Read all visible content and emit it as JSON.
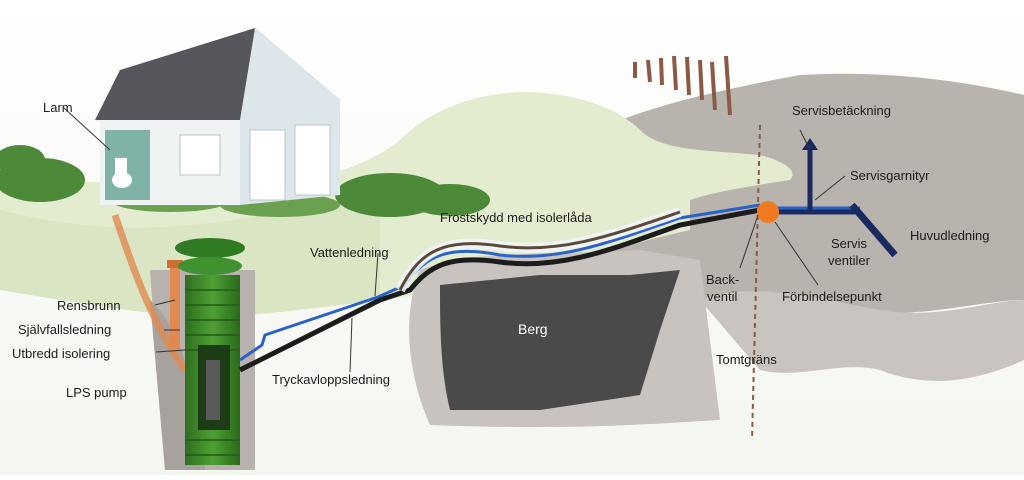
{
  "labels": {
    "larm": "Larm",
    "rensbrunn": "Rensbrunn",
    "sjalvfall": "Självfallsledning",
    "utbredd": "Utbredd isolering",
    "lps": "LPS pump",
    "vattenledning": "Vattenledning",
    "frostskydd": "Frostskydd med isolerlåda",
    "tryckavlopp": "Tryckavloppsledning",
    "berg": "Berg",
    "back1": "Back-",
    "back2": "ventil",
    "tomtgrans": "Tomtgräns",
    "servisbetackning": "Servisbetäckning",
    "servisgarnityr": "Servisgarnityr",
    "servis1": "Servis",
    "servis2": "ventiler",
    "huvudledning": "Huvudledning",
    "forbindelsepunkt": "Förbindelsepunkt"
  },
  "colors": {
    "pump": "#3d8a2a",
    "water_pipe": "#2a62c9",
    "pressure_pipe": "#1c1c1c",
    "connection_point": "#f07a1f",
    "gravity_pipe": "#e08a50",
    "rock": "#4a4a4a"
  }
}
